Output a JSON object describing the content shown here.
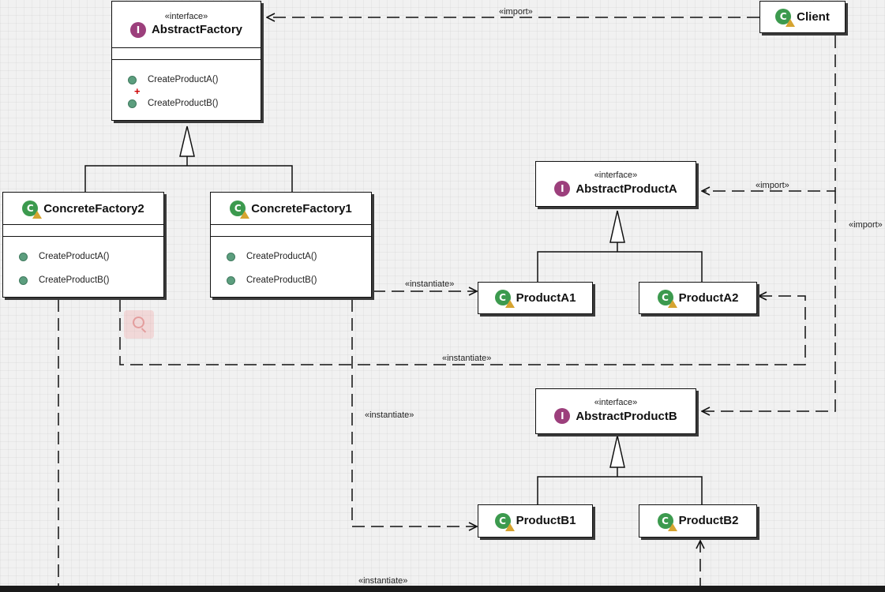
{
  "boxes": {
    "abstract_factory": {
      "stereotype": "«interface»",
      "name": "AbstractFactory",
      "icon": "interface-icon",
      "ops": [
        "CreateProductA()",
        "CreateProductB()"
      ]
    },
    "client": {
      "name": "Client",
      "icon": "class-icon"
    },
    "concrete_factory2": {
      "name": "ConcreteFactory2",
      "icon": "class-icon",
      "ops": [
        "CreateProductA()",
        "CreateProductB()"
      ]
    },
    "concrete_factory1": {
      "name": "ConcreteFactory1",
      "icon": "class-icon",
      "ops": [
        "CreateProductA()",
        "CreateProductB()"
      ]
    },
    "abstract_product_a": {
      "stereotype": "«interface»",
      "name": "AbstractProductA",
      "icon": "interface-icon"
    },
    "product_a1": {
      "name": "ProductA1",
      "icon": "class-icon"
    },
    "product_a2": {
      "name": "ProductA2",
      "icon": "class-icon"
    },
    "abstract_product_b": {
      "stereotype": "«interface»",
      "name": "AbstractProductB",
      "icon": "interface-icon"
    },
    "product_b1": {
      "name": "ProductB1",
      "icon": "class-icon"
    },
    "product_b2": {
      "name": "ProductB2",
      "icon": "class-icon"
    }
  },
  "labels": {
    "client_import_factory": "«import»",
    "client_import_product_a": "«import»",
    "client_import_product_b": "«import»",
    "cf1_instantiate_a1": "«instantiate»",
    "cf2_instantiate_a2": "«instantiate»",
    "cf1_instantiate_b1": "«instantiate»",
    "cf2_instantiate_b2": "«instantiate»"
  },
  "colors": {
    "interface_icon": "#9c3f7c",
    "class_icon": "#3c9a4e",
    "operation_dot": "#5c9e7e"
  }
}
